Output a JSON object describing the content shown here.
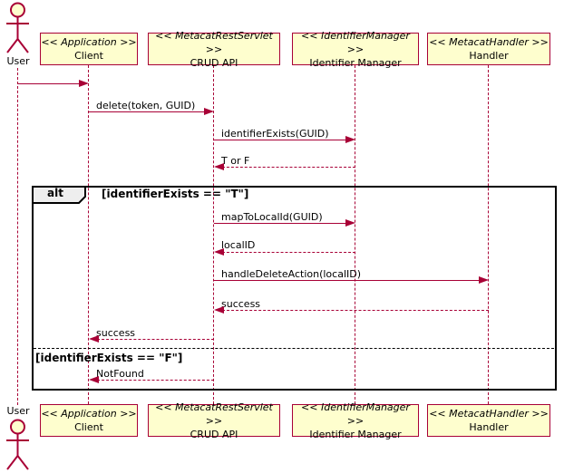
{
  "diagram_type": "uml-sequence",
  "actor": {
    "name": "User"
  },
  "participants": [
    {
      "stereotype": "<< Application >>",
      "name": "Client"
    },
    {
      "stereotype": "<< MetacatRestServlet >>",
      "name": "CRUD API"
    },
    {
      "stereotype": "<< IdentifierManager >>",
      "name": "Identifier Manager"
    },
    {
      "stereotype": "<< MetacatHandler >>",
      "name": "Handler"
    }
  ],
  "messages": [
    {
      "from": "User",
      "to": "Client",
      "label": "",
      "type": "call"
    },
    {
      "from": "Client",
      "to": "CRUD API",
      "label": "delete(token, GUID)",
      "type": "call"
    },
    {
      "from": "CRUD API",
      "to": "Identifier Manager",
      "label": "identifierExists(GUID)",
      "type": "call"
    },
    {
      "from": "Identifier Manager",
      "to": "CRUD API",
      "label": "T or F",
      "type": "return"
    },
    {
      "from": "CRUD API",
      "to": "Identifier Manager",
      "label": "mapToLocalId(GUID)",
      "type": "call"
    },
    {
      "from": "Identifier Manager",
      "to": "CRUD API",
      "label": "localID",
      "type": "return"
    },
    {
      "from": "CRUD API",
      "to": "Handler",
      "label": "handleDeleteAction(localID)",
      "type": "call"
    },
    {
      "from": "Handler",
      "to": "CRUD API",
      "label": "success",
      "type": "return"
    },
    {
      "from": "CRUD API",
      "to": "Client",
      "label": "success",
      "type": "return"
    },
    {
      "from": "CRUD API",
      "to": "Client",
      "label": "NotFound",
      "type": "return"
    }
  ],
  "alt_frame": {
    "operator": "alt",
    "guards": [
      "[identifierExists == \"T\"]",
      "[identifierExists == \"F\"]"
    ]
  },
  "colors": {
    "participant_fill": "#FEFECE",
    "participant_border": "#A80036",
    "line": "#A80036",
    "frame_border": "#000000",
    "operator_fill": "#EEEEEE",
    "text": "#000000",
    "background": "#FFFFFF"
  }
}
